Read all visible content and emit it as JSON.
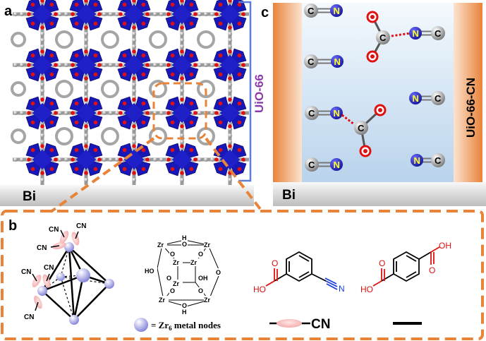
{
  "panel_a": {
    "label": "a",
    "framework_label": "UiO-66",
    "substrate_label": "Bi"
  },
  "panel_b": {
    "label": "b",
    "ligand_label": "CN",
    "legend_text": "= Zr",
    "legend_subscript": "6",
    "legend_suffix": " metal nodes",
    "cn_line_label": "CN",
    "node_labels": {
      "zr": "Zr",
      "oh": "OH",
      "ho": "HO",
      "o": "O",
      "h": "H"
    },
    "molecule_labels": {
      "oxygen": "O",
      "hydroxyl_left": "HO",
      "hydroxyl_right": "OH",
      "nitrogen": "N"
    }
  },
  "panel_c": {
    "label": "c",
    "framework_label": "UiO-66-CN",
    "substrate_label": "Bi",
    "atom_c": "C",
    "atom_n": "N"
  },
  "colors": {
    "zr_cluster": "#1818b8",
    "oxygen": "#e01010",
    "carbon": "#a9a9a9",
    "nitrogen": "#1a1ab0",
    "nitrogen_text": "#ffff20",
    "dashed_frame": "#e8833a",
    "bracket": "#5b7fd6",
    "framework_text": "#8a3aa8",
    "substrate": "#d4d4d4",
    "electrode": "#ea8a46",
    "electrolyte": "#c6dcf0",
    "bond": "#e01010",
    "cn_blue": "#1a3de0",
    "ligand_pink": "#f6c2c2",
    "node_purple": "#a8a8ee"
  }
}
